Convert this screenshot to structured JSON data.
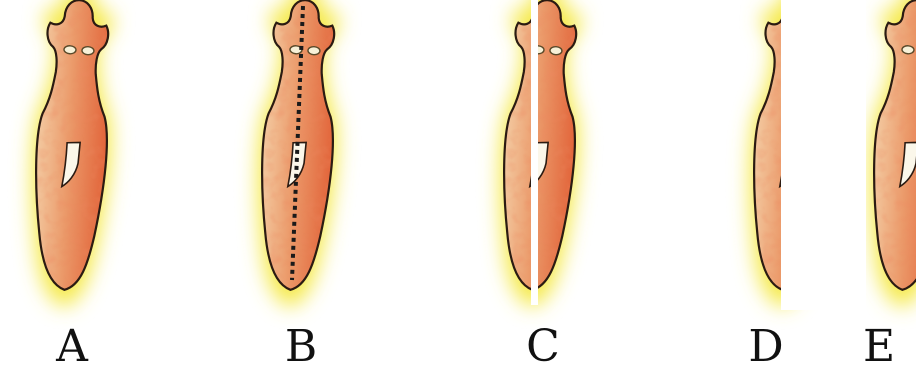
{
  "panels": [
    {
      "label": "A",
      "state": "whole"
    },
    {
      "label": "B",
      "state": "cut line shown"
    },
    {
      "label": "C",
      "state": "cut in two, halves together"
    },
    {
      "label": "D",
      "state": "left half"
    },
    {
      "label": "E",
      "state": "right half"
    }
  ],
  "colors": {
    "background": "#ffffff",
    "glow": "#f5e94a",
    "body_left": "#f3c9a0",
    "body_right": "#e2643a",
    "outline": "#2b1b12",
    "eye": "#f7f1d8",
    "pharynx": "#fbf7ea",
    "cut_line": "#1a1a1a",
    "gap": "#ffffff"
  }
}
